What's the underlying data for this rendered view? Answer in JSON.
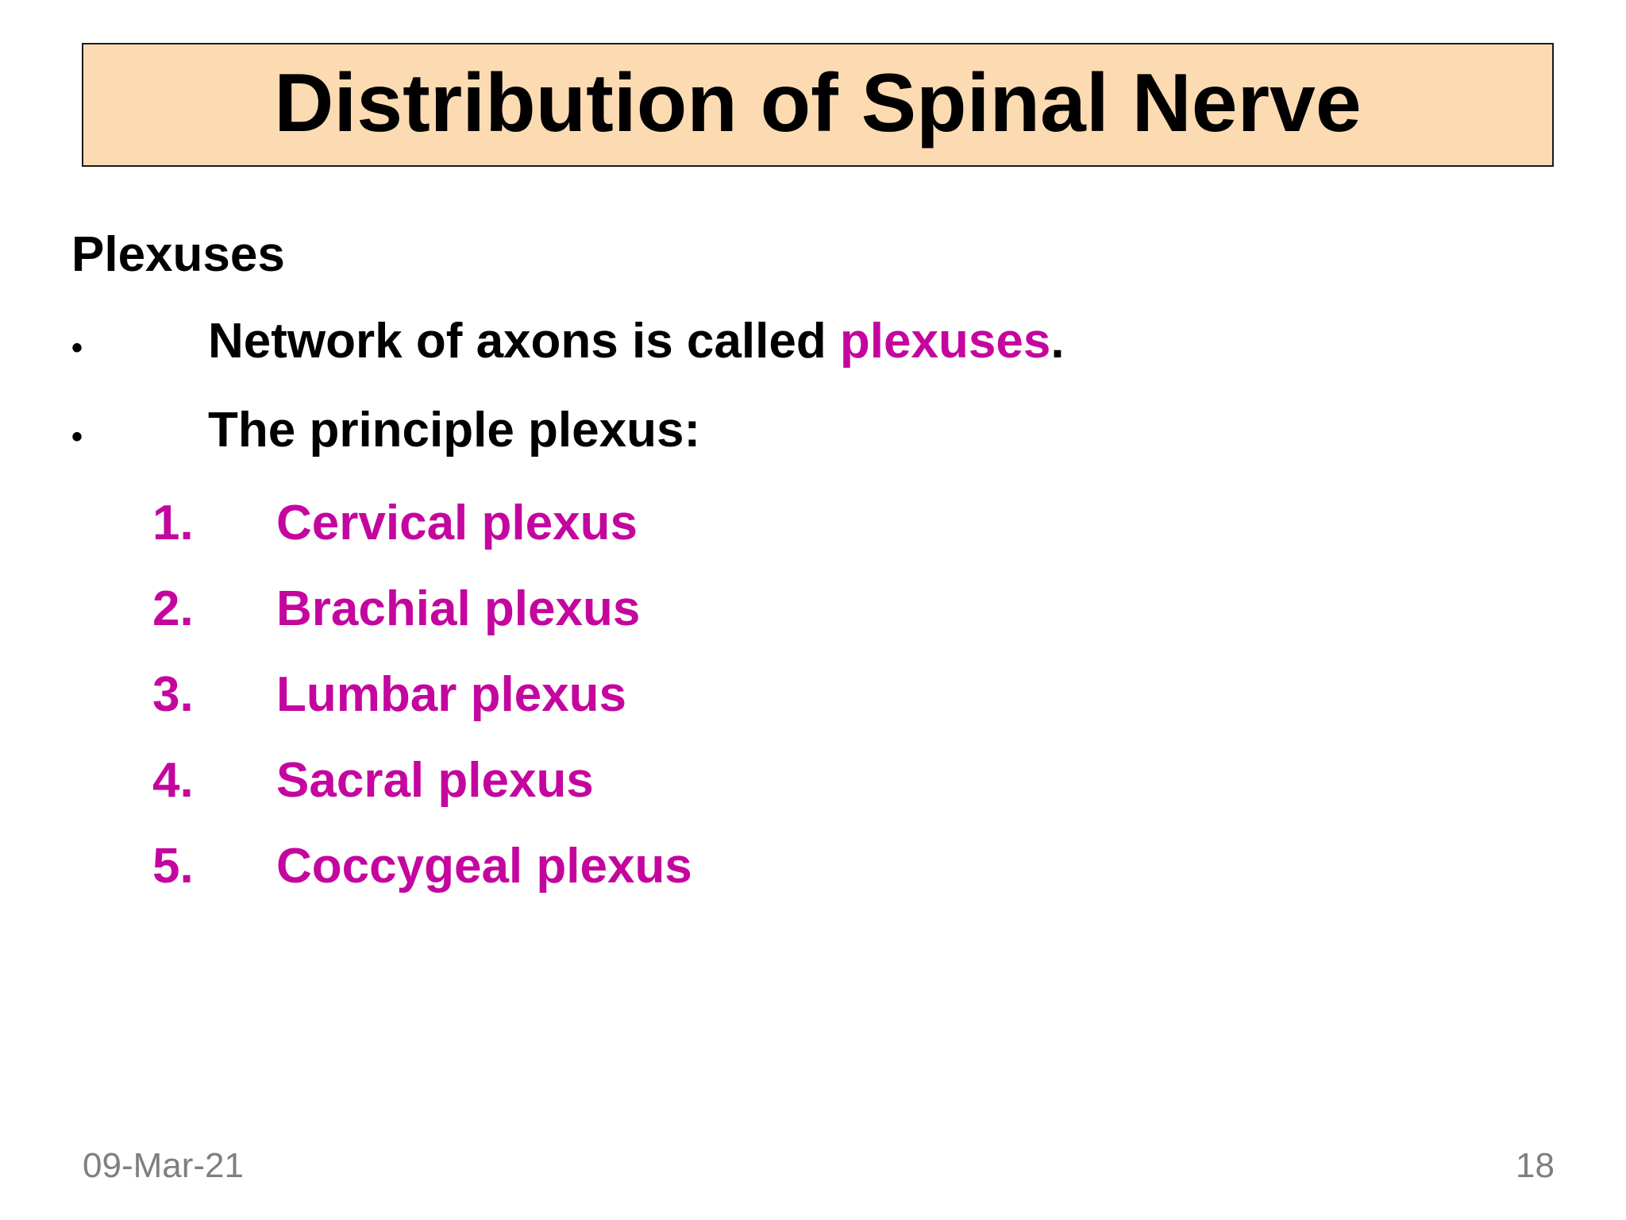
{
  "slide": {
    "title": "Distribution of Spinal Nerve",
    "heading": "Plexuses",
    "bullets": [
      {
        "marker": "•",
        "text": "Network of axons is called ",
        "highlight": "plexuses",
        "end": "."
      },
      {
        "marker": "•",
        "text": "The principle plexus:"
      }
    ],
    "list": [
      {
        "num": "1.",
        "label": "Cervical plexus"
      },
      {
        "num": "2.",
        "label": "Brachial plexus"
      },
      {
        "num": "3.",
        "label": "Lumbar plexus"
      },
      {
        "num": "4.",
        "label": "Sacral plexus"
      },
      {
        "num": "5.",
        "label": "Coccygeal plexus"
      }
    ],
    "footer": {
      "date": "09-Mar-21",
      "page": "18"
    },
    "colors": {
      "title_fill": "#fcdbb2",
      "accent": "#c4069f",
      "footer_text": "#7f7f7f"
    }
  }
}
